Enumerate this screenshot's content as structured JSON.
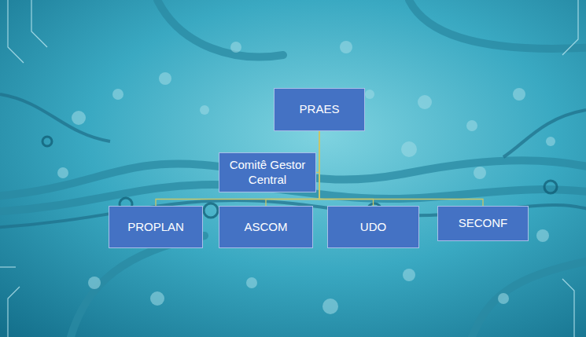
{
  "diagram": {
    "nodes": [
      {
        "text": [
          "PRAES"
        ]
      },
      {
        "text": [
          "Comitê Gestor Central"
        ]
      },
      {
        "text": [
          "PROPLAN"
        ]
      },
      {
        "text": [
          "ASCOM"
        ]
      },
      {
        "text": [
          "UDO"
        ]
      },
      {
        "text": [
          "SECONF"
        ]
      }
    ],
    "edges": [
      {
        "from": 0,
        "to": 1,
        "arrow": "none"
      },
      {
        "from": 0,
        "to": 2,
        "arrow": "none"
      },
      {
        "from": 0,
        "to": 3,
        "arrow": "none"
      },
      {
        "from": 0,
        "to": 4,
        "arrow": "none"
      },
      {
        "from": 0,
        "to": 5,
        "arrow": "none"
      }
    ]
  }
}
